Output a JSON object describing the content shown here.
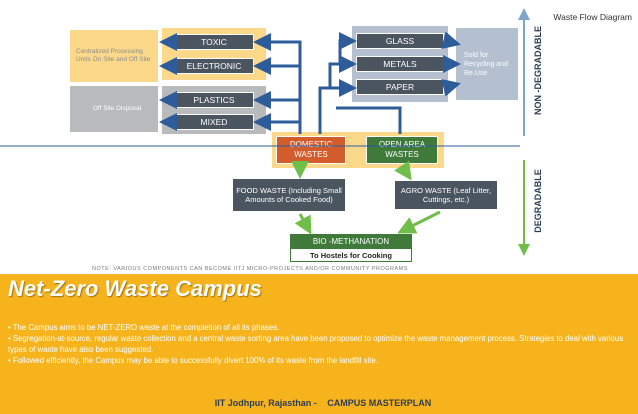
{
  "diagram": {
    "title": "Waste Flow Diagram",
    "non_degradable_label": "NON -DEGRADABLE",
    "degradable_label": "DEGRADABLE",
    "centralized": "Centralized Processing Units On Site and Off Site",
    "offsite": "Off Site Disposal",
    "toxic": "TOXIC",
    "electronic": "ELECTRONIC",
    "plastics": "PLASTICS",
    "mixed": "MIXED",
    "glass": "GLASS",
    "metals": "METALS",
    "paper": "PAPER",
    "sold": "Sold for Recycling and Re.Use",
    "domestic": "DOMESTIC WASTES",
    "open_area": "OPEN AREA WASTES",
    "food_waste": "FOOD WASTE (Including Small Amounts of Cooked Food)",
    "agro_waste": "AGRO WASTE (Leaf Litter, Cuttings, etc.)",
    "bio": "BIO -METHANATION",
    "hostels": "To Hostels for Cooking",
    "note": "NOTE: VARIOUS COMPONENTS CAN BECOME IITJ MICRO-PROJECTS AND/OR COMMUNITY PROGRAMS"
  },
  "banner": {
    "heading": "Net-Zero Waste Campus",
    "bullets": [
      "• The Campus aims to be NET-ZERO waste at the completion of all its phases.",
      "• Segregation-at-source, regular waste collection and a central waste sorting area have been proposed to optimize the waste management process. Strategies to deal with various types of waste have also been suggested.",
      "• Followed efficiently, the Campus may be able to successfully divert 100% of its waste from the landfill site."
    ]
  },
  "footer": {
    "left": "IIT Jodhpur, Rajasthan -",
    "right": "CAMPUS MASTERPLAN"
  },
  "colors": {
    "accent_orange": "#f6b31b",
    "dark_box": "#4a5560",
    "blue_arrow": "#2e5b9a",
    "green_arrow": "#6fbe4a",
    "domestic_box": "#d25c2b",
    "open_area_box": "#3f7a3a"
  }
}
